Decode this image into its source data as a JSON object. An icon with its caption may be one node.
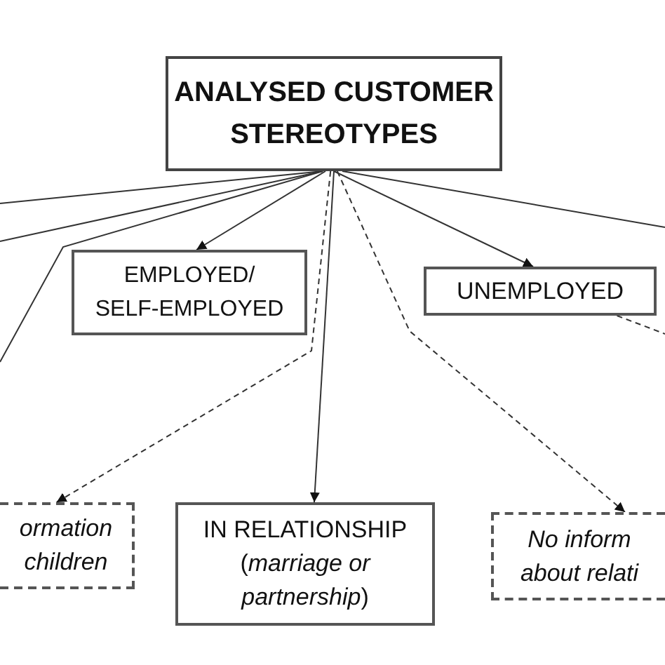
{
  "diagram": {
    "nodes": [
      {
        "text": [
          "ANALYSED CUSTOMER STEREOTYPES"
        ]
      },
      {
        "text": [
          "EMPLOYED/ SELF-EMPLOYED"
        ]
      },
      {
        "text": [
          "UNEMPLOYED"
        ]
      },
      {
        "text": [
          "ormation children"
        ]
      },
      {
        "text": [
          "IN RELATIONSHIP",
          "(*marriage or partnership*)"
        ]
      },
      {
        "text": [
          "No inform about relati"
        ]
      }
    ],
    "edges": [
      {
        "from": 0,
        "to": 1,
        "arrow": "to"
      },
      {
        "from": 0,
        "to": 2,
        "arrow": "to"
      },
      {
        "from": 0,
        "to": 3,
        "arrow": "to",
        "style": "dashed"
      },
      {
        "from": 0,
        "to": 4,
        "arrow": "to"
      },
      {
        "from": 0,
        "to": 5,
        "arrow": "to",
        "style": "dashed"
      },
      {
        "from": 0,
        "to": null,
        "arrow": "none"
      },
      {
        "from": 0,
        "to": null,
        "arrow": "none"
      },
      {
        "from": 0,
        "to": null,
        "arrow": "none"
      },
      {
        "from": 0,
        "to": null,
        "arrow": "none"
      },
      {
        "from": 2,
        "to": null,
        "arrow": "none",
        "style": "dashed"
      }
    ]
  }
}
